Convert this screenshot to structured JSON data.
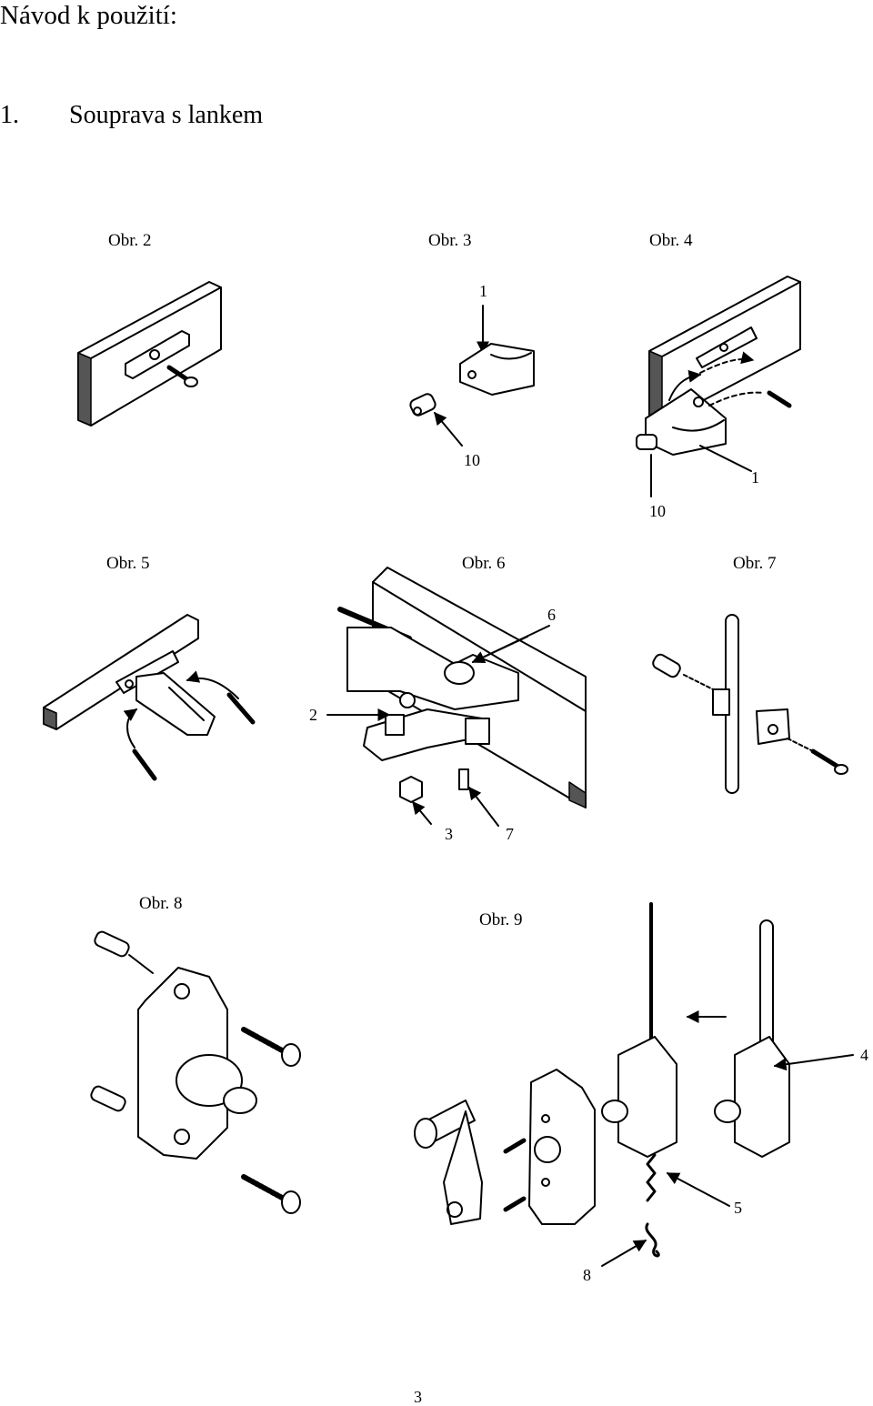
{
  "document": {
    "title": "Návod k použití:",
    "section_number": "1.",
    "section_title": "Souprava s lankem",
    "page_number": "3"
  },
  "figures": {
    "obr2": "Obr. 2",
    "obr3": "Obr. 3",
    "obr4": "Obr. 4",
    "obr5": "Obr. 5",
    "obr6": "Obr. 6",
    "obr7": "Obr. 7",
    "obr8": "Obr. 8",
    "obr9": "Obr. 9"
  },
  "callouts": {
    "obr3_1": "1",
    "obr3_10": "10",
    "obr4_1": "1",
    "obr4_10": "10",
    "obr6_2": "2",
    "obr6_3": "3",
    "obr6_7": "7",
    "obr7_6": "6",
    "obr9_4": "4",
    "obr9_5": "5",
    "obr9_8": "8"
  }
}
